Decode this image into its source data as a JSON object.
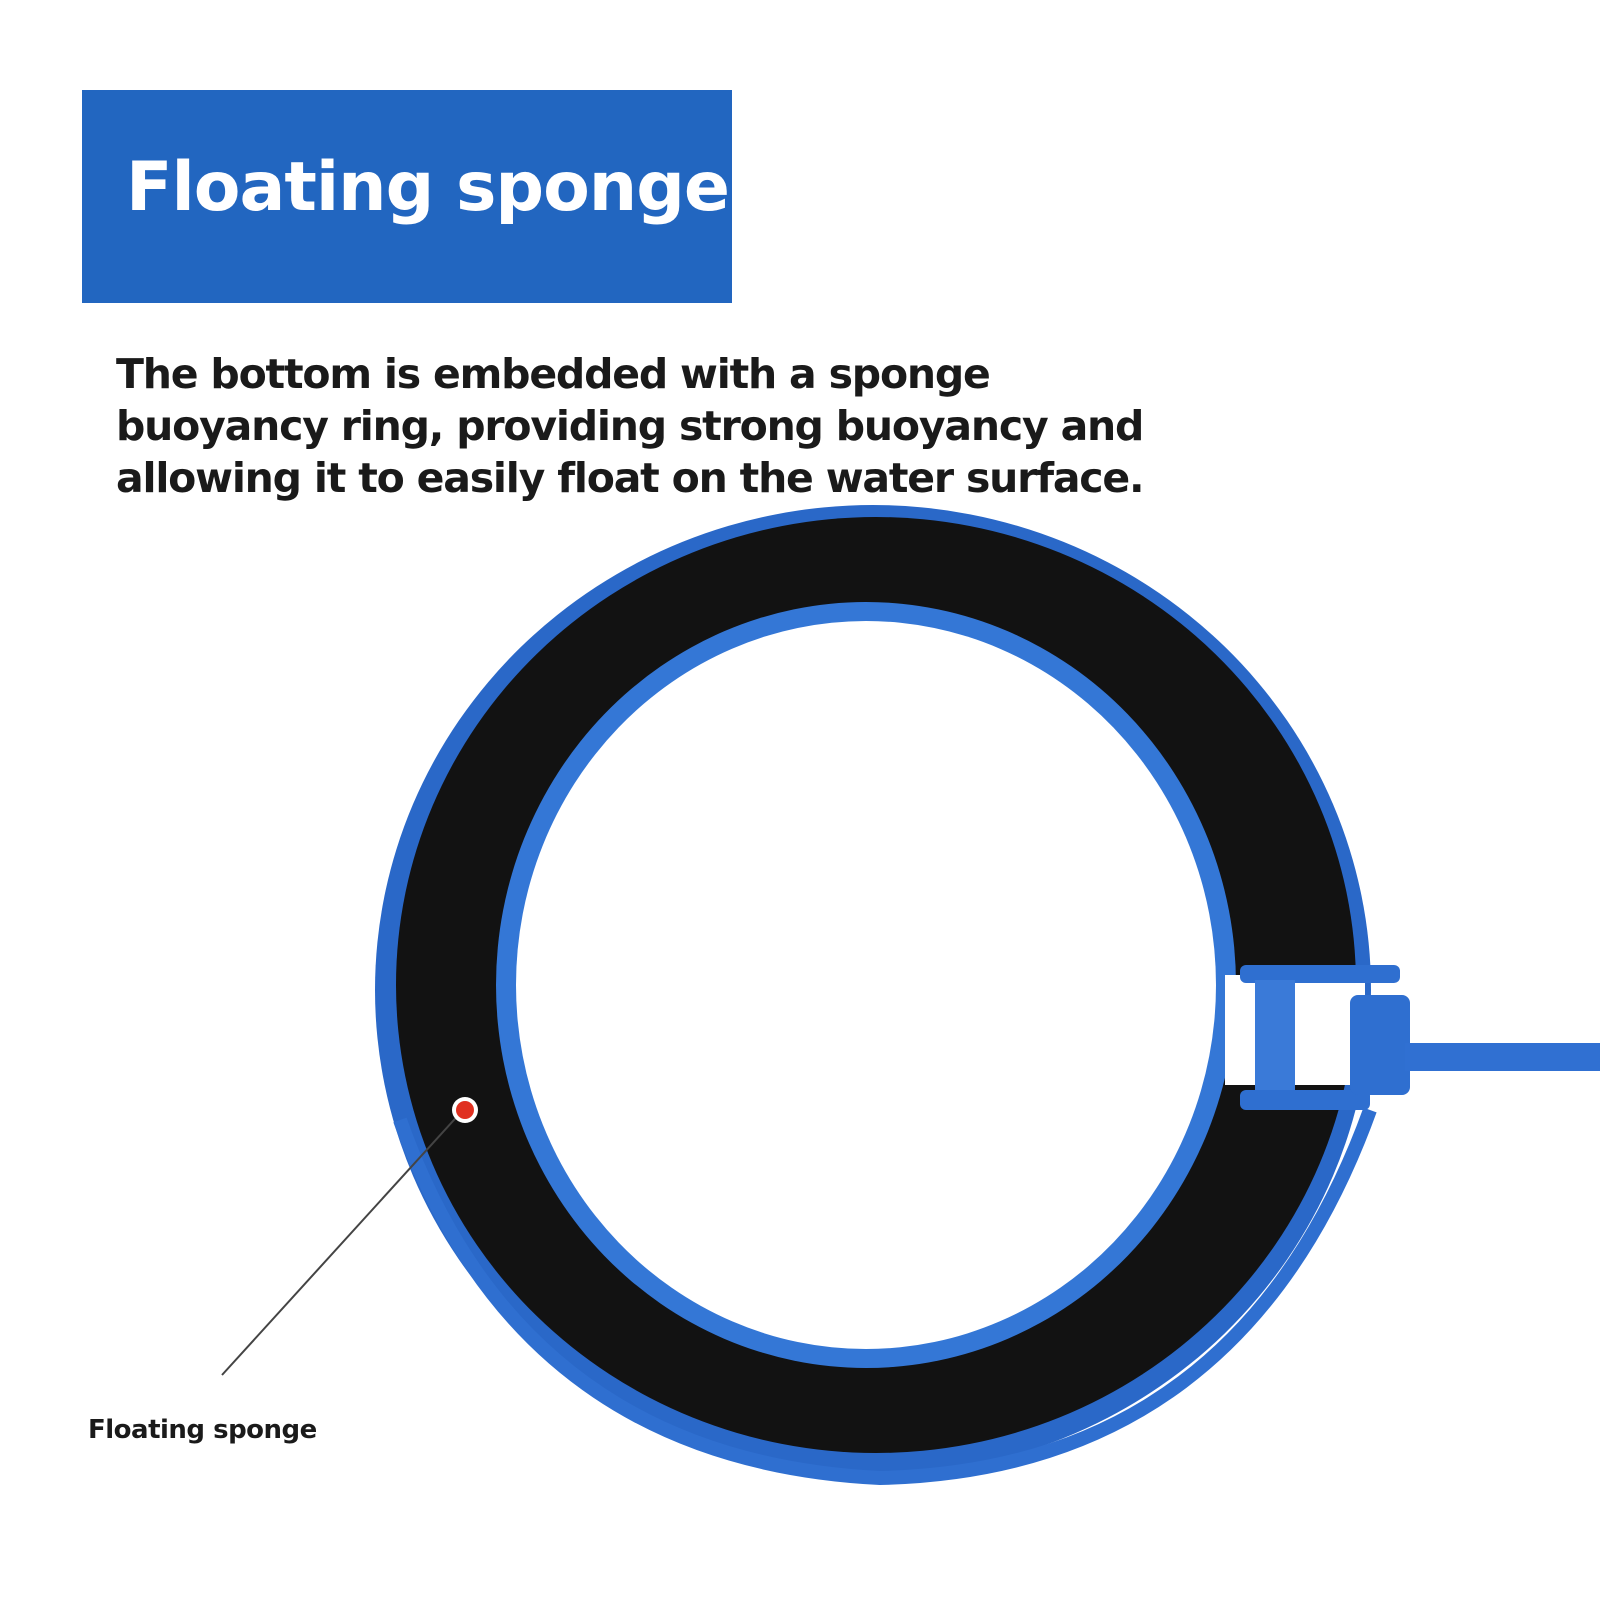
{
  "banner": {
    "title": "Floating sponge"
  },
  "description": {
    "lines": [
      "The bottom is embedded with a sponge",
      "buoyancy ring, providing strong buoyancy and",
      "allowing it to easily float on the water surface."
    ]
  },
  "callout": {
    "label": "Floating sponge"
  },
  "colors": {
    "banner": "#2266c0",
    "ring_blue": "#2f6fd0",
    "sponge": "#111111",
    "marker": "#e03020"
  }
}
